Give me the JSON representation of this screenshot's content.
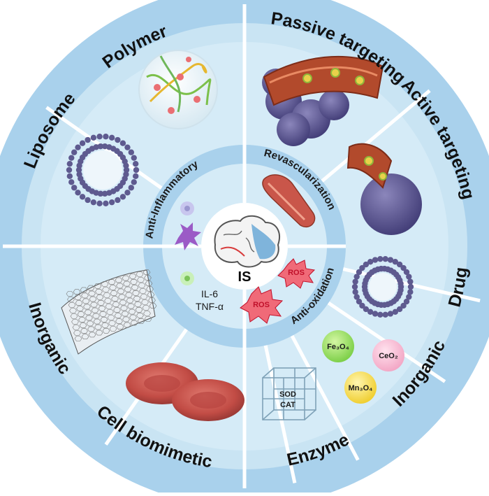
{
  "center": {
    "label": "IS"
  },
  "inner_ring": {
    "anti_inflammatory": "Anti-Inflammatory",
    "revascularization": "Revascularization",
    "anti_oxidation": "Anti-oxidation",
    "cytokines": [
      "IL-6",
      "TNF-α"
    ],
    "ros": "ROS"
  },
  "outer_left": [
    "Polymer",
    "Liposome",
    "Inorganic",
    "Cell biomimetic"
  ],
  "outer_right": [
    "Passive targeting",
    "Active targeting",
    "Drug",
    "Inorganic",
    "Enzyme"
  ],
  "inorganic_particles": [
    "Fe₃O₄",
    "CeO₂",
    "Mn₃O₄"
  ],
  "enzyme_labels": [
    "SOD",
    "CAT"
  ],
  "colors": {
    "outer_ring": "#c9e4f3",
    "band": "#a9d1ec",
    "divider": "#ffffff",
    "center": "#ffffff",
    "ros": "#e8334a",
    "vessel": "#b24a2c",
    "cell_purple": "#5d5691",
    "rbc": "#c9574f"
  }
}
